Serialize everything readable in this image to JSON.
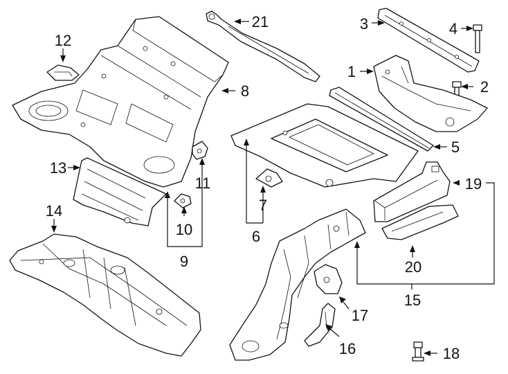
{
  "diagram": {
    "background": "#ffffff",
    "line_color": "#111111",
    "callouts": {
      "c1": "1",
      "c2": "2",
      "c3": "3",
      "c4": "4",
      "c5": "5",
      "c6": "6",
      "c7": "7",
      "c8": "8",
      "c9": "9",
      "c10": "10",
      "c11": "11",
      "c12": "12",
      "c13": "13",
      "c14": "14",
      "c15": "15",
      "c16": "16",
      "c17": "17",
      "c18": "18",
      "c19": "19",
      "c20": "20",
      "c21": "21"
    }
  }
}
